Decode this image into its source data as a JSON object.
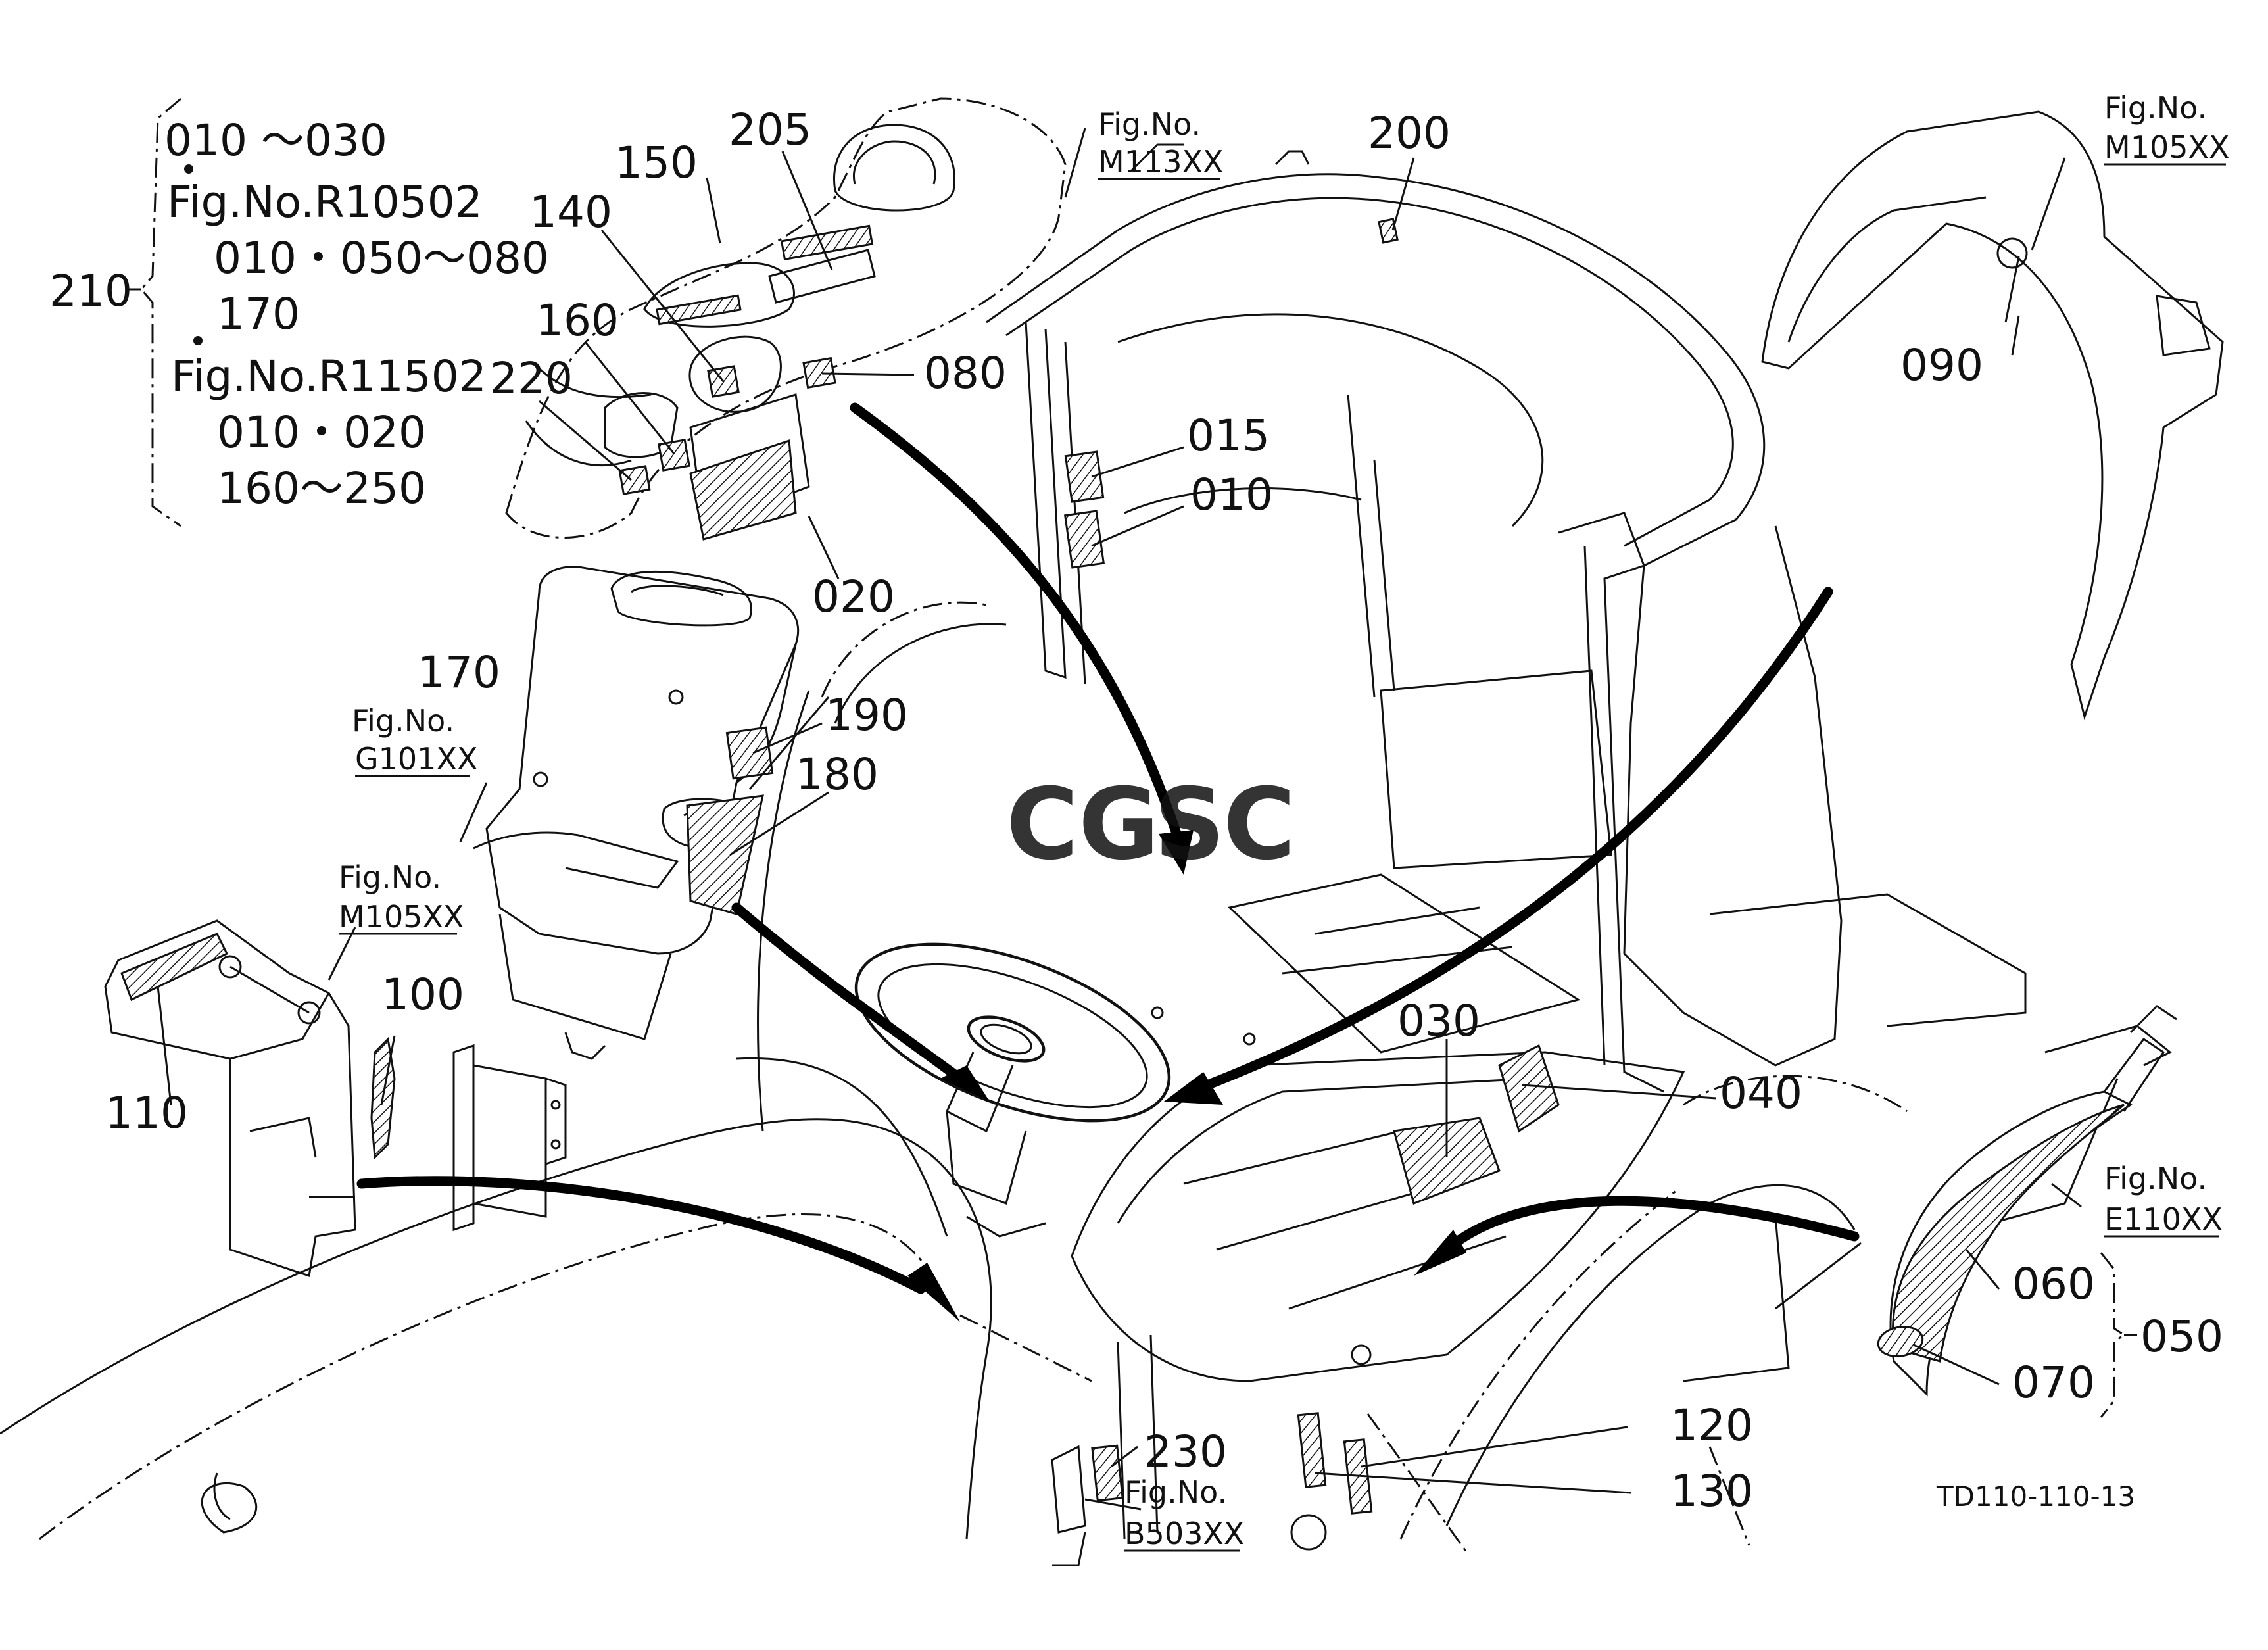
{
  "parts_list": {
    "line1": "010 ～030",
    "line2": "Fig.No.R10502",
    "line3": "010・050～080",
    "line4": "170",
    "line5": "Fig.No.R11502",
    "line6": "010・020",
    "line7": "160～250",
    "group_ref": "210"
  },
  "callouts": {
    "c205": "205",
    "c150": "150",
    "c140": "140",
    "c160": "160",
    "c220": "220",
    "c080": "080",
    "c020": "020",
    "c200": "200",
    "c015": "015",
    "c010": "010",
    "c090": "090",
    "c170": "170",
    "c190": "190",
    "c180": "180",
    "c110": "110",
    "c100": "100",
    "c030": "030",
    "c040": "040",
    "c060": "060",
    "c050": "050",
    "c070": "070",
    "c120": "120",
    "c130": "130",
    "c230": "230"
  },
  "fig_refs": {
    "m113_label": "Fig.No.",
    "m113_code": "M113XX",
    "m105_top_label": "Fig.No.",
    "m105_top_code": "M105XX",
    "g101_label": "Fig.No.",
    "g101_code": "G101XX",
    "m105_left_label": "Fig.No.",
    "m105_left_code": "M105XX",
    "e110_label": "Fig.No.",
    "e110_code": "E110XX",
    "b503_label": "Fig.No.",
    "b503_code": "B503XX"
  },
  "watermark": {
    "text": "CGSC",
    "colors": [
      "#4a90e2",
      "#e8524a",
      "#f5b800",
      "#34a853"
    ]
  },
  "drawing_code": "TD110-110-13"
}
